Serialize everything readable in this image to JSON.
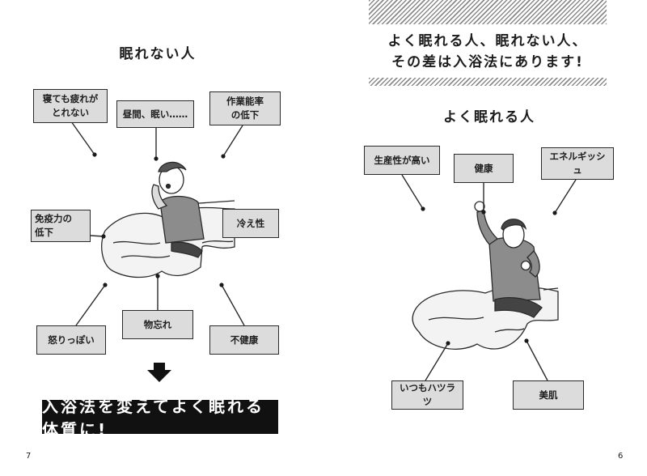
{
  "left_page": {
    "heading": "眠れない人",
    "boxes": {
      "tired": "寝ても疲れが\nとれない",
      "sleepy": "昼間、眠い……",
      "work": "作業能率\nの低下",
      "immunity": "免疫力の\n低下",
      "cold": "冷え性",
      "irritable": "怒りっぽい",
      "forget": "物忘れ",
      "unhealthy": "不健康"
    },
    "arrow_icon": "down-arrow-icon",
    "banner": "入浴法を変えてよく眠れる体質に!",
    "page_number": "7"
  },
  "right_page": {
    "title": "よく眠れる人、眠れない人、\nその差は入浴法にあります!",
    "heading": "よく眠れる人",
    "boxes": {
      "productive": "生産性が高い",
      "healthy": "健康",
      "energetic": "エネルギッシュ",
      "lively": "いつもハツラツ",
      "skin": "美肌"
    },
    "page_number": "6"
  }
}
